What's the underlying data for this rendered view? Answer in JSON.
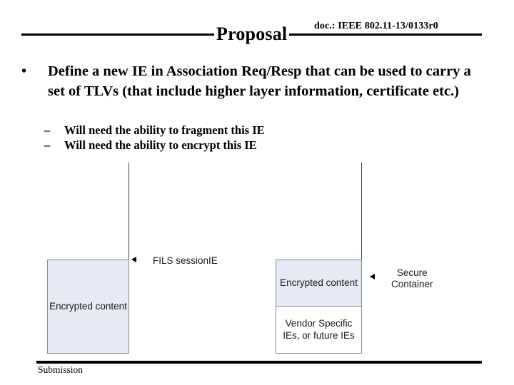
{
  "header": {
    "doc_reference": "doc.: IEEE 802.11-13/0133r0",
    "title": "Proposal"
  },
  "body": {
    "bullet_marker": "•",
    "bullet_text": "Define a new IE in Association Req/Resp that can be used to carry a set of TLVs (that include higher layer information, certificate etc.)",
    "sub_marker": "–",
    "sub_bullets": [
      "Will need the ability to fragment this IE",
      "Will need the ability to encrypt this IE"
    ]
  },
  "diagram": {
    "left_box_label": "Encrypted\ncontent",
    "left_callout": "FILS sessionIE",
    "right_box_encrypted_label": "Encrypted\ncontent",
    "right_box_vendor_label": "Vendor\nSpecific IEs,\nor future IEs",
    "right_callout": "Secure\nContainer",
    "encrypted_fill_color": "#e5eaf4",
    "box_border_color": "#808a99",
    "line_color": "#3d4758"
  },
  "footer": {
    "label": "Submission"
  }
}
